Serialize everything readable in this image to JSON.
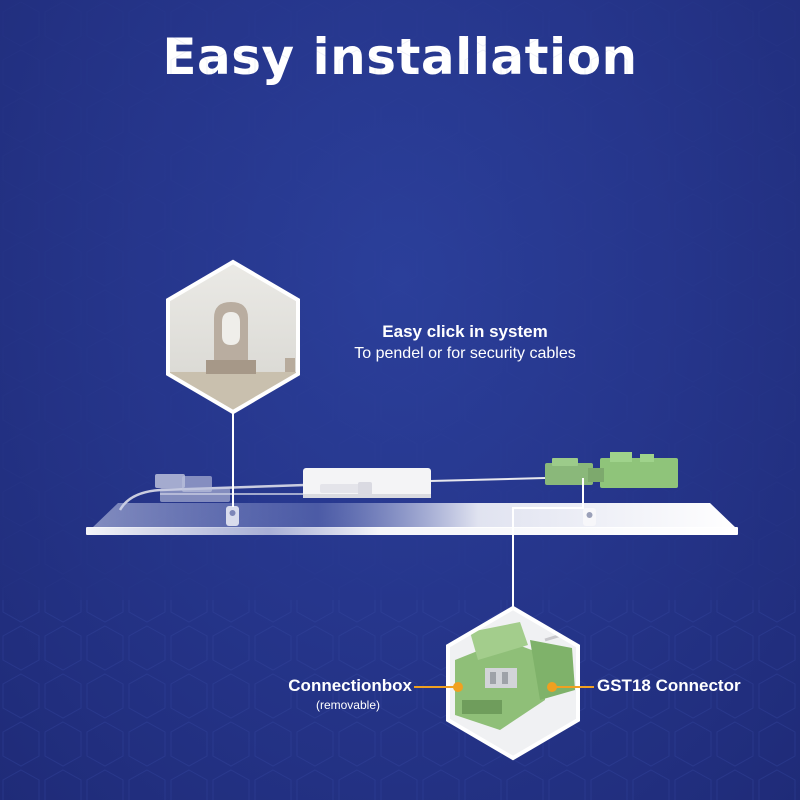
{
  "title": "Easy installation",
  "callouts": {
    "click_system": {
      "title": "Easy click in system",
      "subtitle": "To pendel or for security cables"
    },
    "connectionbox": {
      "title": "Connectionbox",
      "subtitle": "(removable)"
    },
    "gst18": {
      "title": "GST18 Connector"
    }
  },
  "colors": {
    "background": "#26368c",
    "accent_orange": "#f0a020",
    "connector_green": "#8fc47a",
    "panel_white": "#f2f2f2"
  }
}
